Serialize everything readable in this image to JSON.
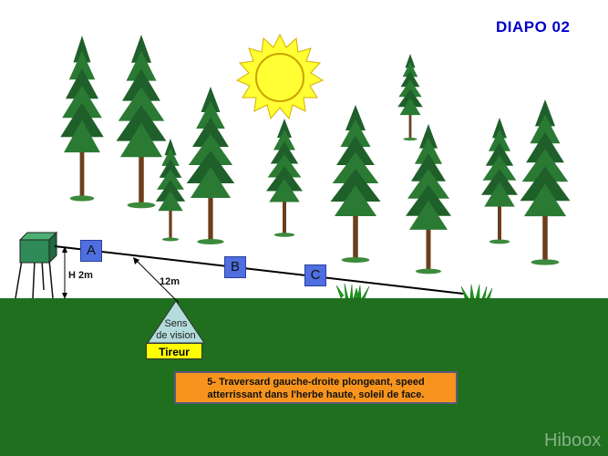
{
  "header": {
    "title": "DIAPO 02"
  },
  "trajectory_labels": {
    "a": "A",
    "b": "B",
    "c": "C"
  },
  "dimensions": {
    "height": "H 2m",
    "distance": "12m"
  },
  "vision": {
    "line1": "Sens",
    "line2": "de vision"
  },
  "shooter": {
    "label": "Tireur"
  },
  "caption": {
    "line1": "5- Traversard gauche-droite plongeant, speed",
    "line2": "atterrissant dans l'herbe haute, soleil de face."
  },
  "watermark": {
    "text": "Hiboox"
  },
  "colors": {
    "ground": "#1f6f1f",
    "sky": "#ffffff",
    "sun": "#ffff33",
    "sun_outline": "#c9a400",
    "trajectory_box": "#4f6fe0",
    "caption_bg": "#f7941d",
    "shooter_bg": "#ffff00",
    "title": "#0000cc",
    "cabin": "#2e8b57"
  },
  "icons": [
    "sun-icon",
    "tree-icon",
    "trap-house-icon",
    "grass-tuft-icon",
    "vision-cone-icon"
  ]
}
